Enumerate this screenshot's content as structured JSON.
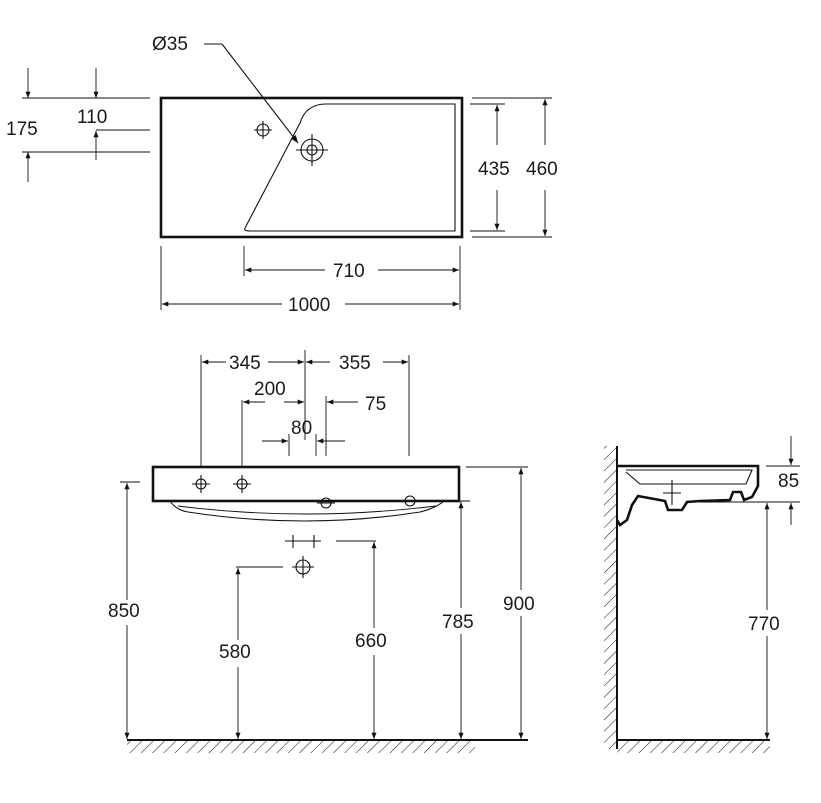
{
  "top_view": {
    "hole_diameter": "Ø35",
    "dim_110": "110",
    "dim_175": "175",
    "dim_435": "435",
    "dim_460": "460",
    "dim_710": "710",
    "dim_1000": "1000"
  },
  "front_view": {
    "dim_345": "345",
    "dim_355": "355",
    "dim_200": "200",
    "dim_75": "75",
    "dim_80": "80",
    "dim_850": "850",
    "dim_580": "580",
    "dim_660": "660",
    "dim_785": "785",
    "dim_900": "900"
  },
  "side_view": {
    "dim_85": "85",
    "dim_770": "770"
  }
}
